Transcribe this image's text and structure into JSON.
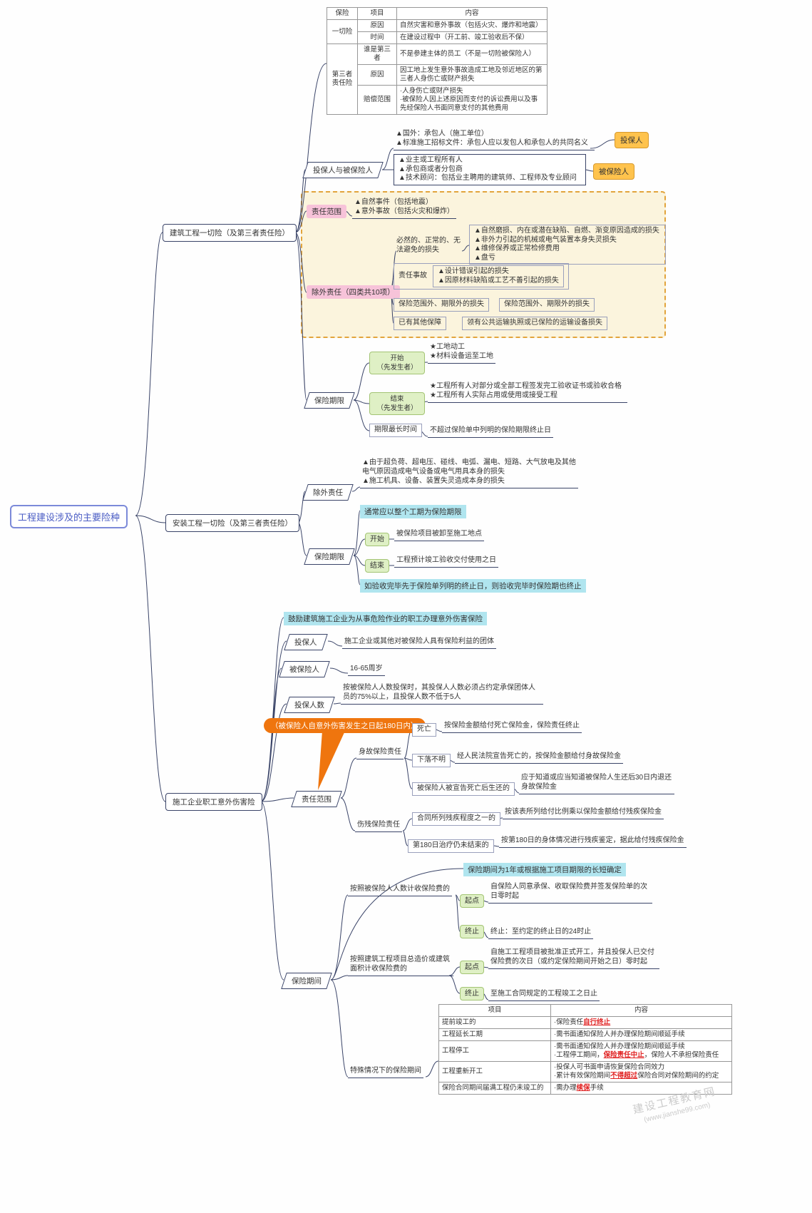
{
  "root_label": "工程建设涉及的主要险种",
  "watermark": {
    "name": "建设工程教育网",
    "url": "(www.jianshe99.com)"
  },
  "b1": {
    "label": "建筑工程一切险（及第三者责任险）",
    "table": {
      "h_insurance": "保险",
      "h_item": "项目",
      "h_content": "内容",
      "g1": "一切险",
      "g1r1_item": "原因",
      "g1r1_content": "自然灾害和意外事故（包括火灾、爆炸和地震）",
      "g1r2_item": "时间",
      "g1r2_content": "在建设过程中（开工前、竣工验收后不保）",
      "g2": "第三者责任险",
      "g2r1_item": "谁是第三者",
      "g2r1_content": "不是参建主体的员工（不是一切险被保险人）",
      "g2r2_item": "原因",
      "g2r2_content": "因工地上发生意外事故造成工地及邻近地区的第三者人身伤亡或财产损失",
      "g2r3_item": "赔偿范围",
      "g2r3_content": "·人身伤亡或财产损失\n·被保险人因上述原因而支付的诉讼费用以及事先经保险人书面同意支付的其他费用"
    },
    "parties": {
      "label": "投保人与被保险人",
      "applicant_text": "▲国外：承包人（施工单位）\n▲标准施工招标文件：承包人应以发包人和承包人的共同名义",
      "applicant_badge": "投保人",
      "insured_text": "▲业主或工程所有人\n▲承包商或者分包商\n▲技术顾问：包括业主聘用的建筑师、工程师及专业顾问",
      "insured_badge": "被保险人"
    },
    "scope": {
      "label": "责任范围",
      "content": "▲自然事件（包括地震）\n▲意外事故（包括火灾和爆炸）"
    },
    "exclusions": {
      "label": "除外责任（四类共10项）",
      "cat1_label": "必然的、正常的、无法避免的损失",
      "cat1_items": "▲自然磨损、内在或潜在缺陷、自燃、渐变原因造成的损失\n▲非外力引起的机械或电气装置本身失灵损失\n▲维修保养或正常检修费用\n▲盘亏",
      "cat2_label": "责任事故",
      "cat2_items": "▲设计错误引起的损失\n▲因原材料缺陷或工艺不善引起的损失",
      "cat3_left": "保险范围外、期限外的损失",
      "cat3_right": "保险范围外、期限外的损失",
      "cat4_left": "已有其他保障",
      "cat4_right": "领有公共运输执照或已保险的运输设备损失"
    },
    "period": {
      "label": "保险期限",
      "start_label": "开始\n（先发生者）",
      "start_content": "★工地动工\n★材料设备运至工地",
      "end_label": "结束\n（先发生者）",
      "end_content": "★工程所有人对部分或全部工程签发完工验收证书或验收合格\n★工程所有人实际占用或使用或接受工程",
      "max_label": "期限最长时间",
      "max_content": "不超过保险单中列明的保险期限终止日"
    }
  },
  "b2": {
    "label": "安装工程一切险（及第三者责任险）",
    "exclusions": {
      "label": "除外责任",
      "content": "▲由于超负荷、超电压、碰线、电弧、漏电、短路、大气放电及其他电气原因造成电气设备或电气用具本身的损失\n▲施工机具、设备、装置失灵造成本身的损失"
    },
    "period": {
      "label": "保险期限",
      "note_top": "通常应以整个工期为保险期限",
      "start_label": "开始",
      "start_content": "被保险项目被卸至施工地点",
      "end_label": "结束",
      "end_content": "工程预计竣工验收交付使用之日",
      "note_bottom": "如验收完毕先于保险单列明的终止日，则验收完毕时保险期也终止"
    }
  },
  "b3": {
    "label": "施工企业职工意外伤害险",
    "note": "鼓励建筑施工企业为从事危险作业的职工办理意外伤害保险",
    "applicant": {
      "label": "投保人",
      "content": "施工企业或其他对被保险人具有保险利益的团体"
    },
    "insured": {
      "label": "被保险人",
      "content": "16-65周岁"
    },
    "count": {
      "label": "投保人数",
      "content": "按被保险人人数投保时，其投保人人数必须占约定承保团体人员的75%以上，且投保人数不低于5人"
    },
    "scope": {
      "label": "责任范围",
      "callout": "（被保险人自意外伤害发生之日起180日内）",
      "death_label": "身故保险责任",
      "death_r1_label": "死亡",
      "death_r1_content": "按保险金额给付死亡保险金，保险责任终止",
      "death_r2_label": "下落不明",
      "death_r2_content": "经人民法院宣告死亡的，按保险金额给付身故保险金",
      "death_r3_label": "被保险人被宣告死亡后生还的",
      "death_r3_content": "应于知道或应当知道被保险人生还后30日内退还身故保险金",
      "disab_label": "伤残保险责任",
      "disab_r1_label": "合同所列残疾程度之一的",
      "disab_r1_content": "按该表所列给付比例乘以保险金额给付残疾保险金",
      "disab_r2_label": "第180日治疗仍未结束的",
      "disab_r2_content": "按第180日的身体情况进行残疾鉴定，据此给付残疾保险金"
    },
    "period": {
      "label": "保险期间",
      "note": "保险期间为1年或根据施工项目期限的长短确定",
      "by_count_label": "按照被保险人人数计收保险费的",
      "bc_start_label": "起点",
      "bc_start_content": "自保险人同意承保、收取保险费并签发保险单的次日零时起",
      "bc_end_label": "终止",
      "bc_end_content": "终止：至约定的终止日的24时止",
      "by_value_label": "按照建筑工程项目总造价或建筑面积计收保险费的",
      "bv_start_label": "起点",
      "bv_start_content": "自施工工程项目被批准正式开工，并且投保人已交付保险费的次日（或约定保险期间开始之日）零时起",
      "bv_end_label": "终止",
      "bv_end_content": "至施工合同规定的工程竣工之日止",
      "special_label": "特殊情况下的保险期间",
      "special_table": {
        "h_item": "项目",
        "h_content": "内容",
        "r1_item": "提前竣工的",
        "r1_pre": "·保险责任",
        "r1_red": "自行终止",
        "r2_item": "工程延长工期",
        "r2_text": "·需书面通知保险人并办理保险期间顺延手续",
        "r3_item": "工程停工",
        "r3_line1": "·需书面通知保险人并办理保险期间顺延手续",
        "r3_line2_pre": "·工程停工期间，",
        "r3_line2_red": "保险责任中止",
        "r3_line2_post": "，保险人不承担保险责任",
        "r4_item": "工程重新开工",
        "r4_line1": "·投保人可书面申请恢复保险合同效力",
        "r4_line2_pre": "·累计有效保险期间",
        "r4_line2_red": "不得超过",
        "r4_line2_post": "保险合同对保险期间的约定",
        "r5_item": "保险合同期间届满工程仍未竣工的",
        "r5_pre": "·需办理",
        "r5_red": "续保",
        "r5_post": "手续"
      }
    }
  }
}
